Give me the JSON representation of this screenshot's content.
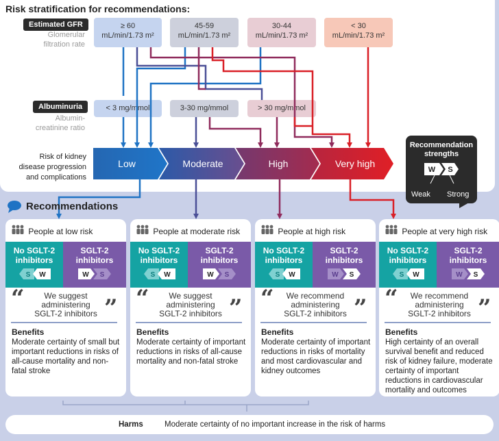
{
  "title": "Risk stratification for recommendations:",
  "gfr": {
    "tag": "Estimated GFR",
    "sub1": "Glomerular",
    "sub2": "filtration rate",
    "boxes": [
      {
        "l1": "≥ 60",
        "l2": "mL/min/1.73 m²"
      },
      {
        "l1": "45-59",
        "l2": "mL/min/1.73 m²"
      },
      {
        "l1": "30-44",
        "l2": "mL/min/1.73 m²"
      },
      {
        "l1": "< 30",
        "l2": "mL/min/1.73 m²"
      }
    ]
  },
  "alb": {
    "tag": "Albuminuria",
    "sub1": "Albumin-",
    "sub2": "creatinine ratio",
    "boxes": [
      "< 3 mg/mmol",
      "3-30 mg/mmol",
      "> 30 mg/mmol"
    ]
  },
  "risk_label": [
    "Risk of kidney",
    "disease progression",
    "and complications"
  ],
  "risk_levels": [
    "Low",
    "Moderate",
    "High",
    "Very high"
  ],
  "strengths": {
    "title1": "Recommendation",
    "title2": "strengths",
    "w": "W",
    "s": "S",
    "weak": "Weak",
    "strong": "Strong"
  },
  "recs_title": "Recommendations",
  "cards": [
    {
      "head": "People at low risk",
      "no": [
        "No SGLT-2",
        "inhibitors"
      ],
      "yes": [
        "SGLT-2",
        "inhibitors"
      ],
      "q": [
        "We suggest",
        "administering",
        "SGLT-2 inhibitors"
      ],
      "btitle": "Benefits",
      "btext": "Moderate certainty of small but important reductions in risks of all-cause mortality and non-fatal stroke"
    },
    {
      "head": "People at moderate risk",
      "no": [
        "No SGLT-2",
        "inhibitors"
      ],
      "yes": [
        "SGLT-2",
        "inhibitors"
      ],
      "q": [
        "We suggest",
        "administering",
        "SGLT-2 inhibitors"
      ],
      "btitle": "Benefits",
      "btext": "Moderate certainty of important reductions in risks of all-cause mortality and non-fatal stroke"
    },
    {
      "head": "People at high risk",
      "no": [
        "No SGLT-2",
        "inhibitors"
      ],
      "yes": [
        "SGLT-2",
        "inhibitors"
      ],
      "q": [
        "We recommend",
        "administering",
        "SGLT-2 inhibitors"
      ],
      "btitle": "Benefits",
      "btext": "Moderate certainty of important reductions in risks of mortality and most cardiovascular and kidney outcomes"
    },
    {
      "head": "People at very high risk",
      "no": [
        "No SGLT-2",
        "inhibitors"
      ],
      "yes": [
        "SGLT-2",
        "inhibitors"
      ],
      "q": [
        "We recommend",
        "administering",
        "SGLT-2 inhibitors"
      ],
      "btitle": "Benefits",
      "btext": "High certainty of an overall survival benefit and reduced risk of kidney failure, moderate certainty of important reductions in cardiovascular mortality and outcomes"
    }
  ],
  "harms": {
    "title": "Harms",
    "text": "Moderate certainty of no important increase in the risk of harms"
  },
  "colors": {
    "teal": "#15a3a3",
    "purple": "#7a5aa8",
    "low": "#1f73c4",
    "moderate": "#4a4f96",
    "high": "#8f2b5c",
    "veryhigh": "#d91f26"
  }
}
